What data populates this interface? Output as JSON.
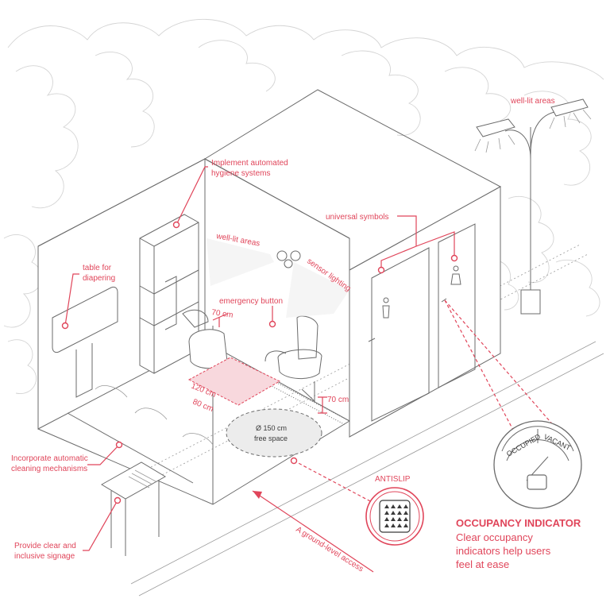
{
  "colors": {
    "accent": "#e0455a",
    "line": "#6b6b6b",
    "light": "#d4d4d4"
  },
  "labels": {
    "well_lit_outdoor": "well-lit areas",
    "hygiene_1": "Implement automated",
    "hygiene_2": "hygiene systems",
    "universal_symbols": "universal symbols",
    "well_lit_indoor": "well-lit areas",
    "sensor_lighting": "sensor lighting",
    "table_1": "table for",
    "table_2": "diapering",
    "emergency_button": "emergency button",
    "dim_70_top": "70 cm",
    "dim_120": "120 cm",
    "dim_80": "80 cm",
    "dim_70_side": "70 cm",
    "free_space_1": "Ø 150 cm",
    "free_space_2": "free space",
    "cleaning_1": "Incorporate automatic",
    "cleaning_2": "cleaning mechanisms",
    "signage_1": "Provide clear and",
    "signage_2": "inclusive signage",
    "antislip": "ANTISLIP",
    "access": "A ground-level access",
    "occupied": "OCCUPIED",
    "vacant": "VACANT",
    "occupancy_title": "OCCUPANCY INDICATOR",
    "occupancy_1": "Clear occupancy",
    "occupancy_2": "indicators help users",
    "occupancy_3": "feel at ease"
  }
}
